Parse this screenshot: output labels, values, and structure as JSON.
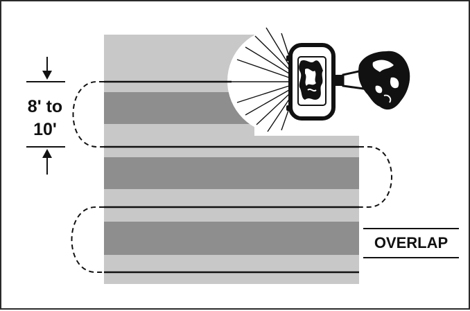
{
  "labels": {
    "spacing_line1": "8' to",
    "spacing_line2": "10'",
    "overlap": "OVERLAP"
  },
  "colors": {
    "light_band": "#c8c8c8",
    "dark_band": "#8e8e8e",
    "line": "#111111",
    "background": "#ffffff"
  },
  "icons": {
    "machine": "floor-machine-icon",
    "operator": "operator-hand-icon"
  }
}
